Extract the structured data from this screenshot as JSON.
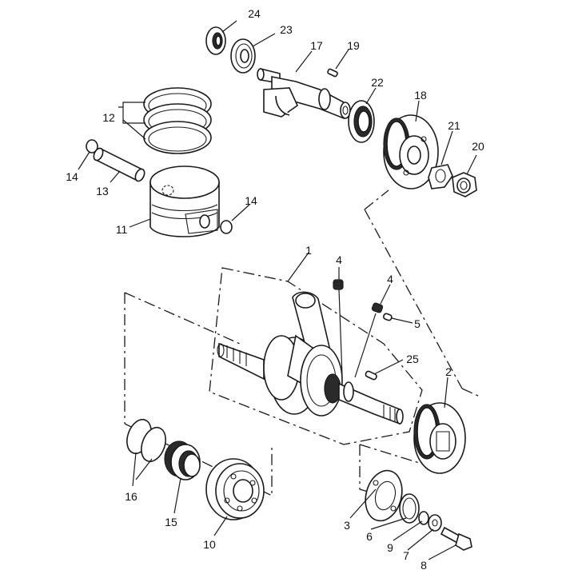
{
  "callouts": [
    {
      "id": "c1",
      "text": "1"
    },
    {
      "id": "c2",
      "text": "2"
    },
    {
      "id": "c3",
      "text": "3"
    },
    {
      "id": "c4a",
      "text": "4"
    },
    {
      "id": "c4b",
      "text": "4"
    },
    {
      "id": "c5",
      "text": "5"
    },
    {
      "id": "c6",
      "text": "6"
    },
    {
      "id": "c7",
      "text": "7"
    },
    {
      "id": "c8",
      "text": "8"
    },
    {
      "id": "c9",
      "text": "9"
    },
    {
      "id": "c10",
      "text": "10"
    },
    {
      "id": "c11",
      "text": "11"
    },
    {
      "id": "c12",
      "text": "12"
    },
    {
      "id": "c13",
      "text": "13"
    },
    {
      "id": "c14a",
      "text": "14"
    },
    {
      "id": "c14b",
      "text": "14"
    },
    {
      "id": "c15",
      "text": "15"
    },
    {
      "id": "c16",
      "text": "16"
    },
    {
      "id": "c17",
      "text": "17"
    },
    {
      "id": "c18",
      "text": "18"
    },
    {
      "id": "c19",
      "text": "19"
    },
    {
      "id": "c20",
      "text": "20"
    },
    {
      "id": "c21",
      "text": "21"
    },
    {
      "id": "c22",
      "text": "22"
    },
    {
      "id": "c23",
      "text": "23"
    },
    {
      "id": "c24",
      "text": "24"
    },
    {
      "id": "c25",
      "text": "25"
    }
  ]
}
